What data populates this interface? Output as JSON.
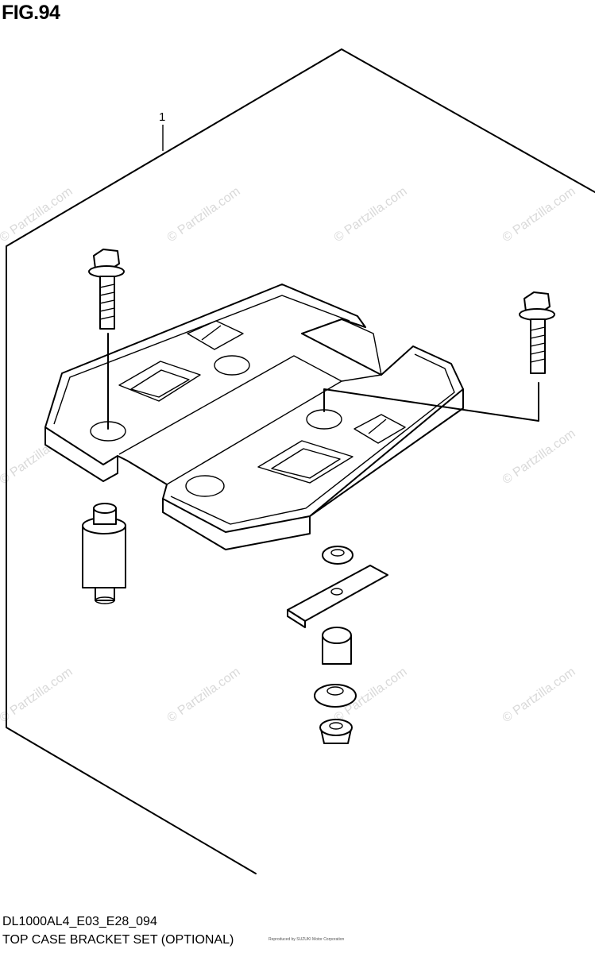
{
  "figure": {
    "title": "FIG.94",
    "callout_number": "1",
    "code": "DL1000AL4_E03_E28_094",
    "caption": "TOP CASE BRACKET SET (OPTIONAL)",
    "watermark": "© Partzilla.com",
    "footer_note": "Reproduced by SUZUKI Motor Corporation"
  }
}
